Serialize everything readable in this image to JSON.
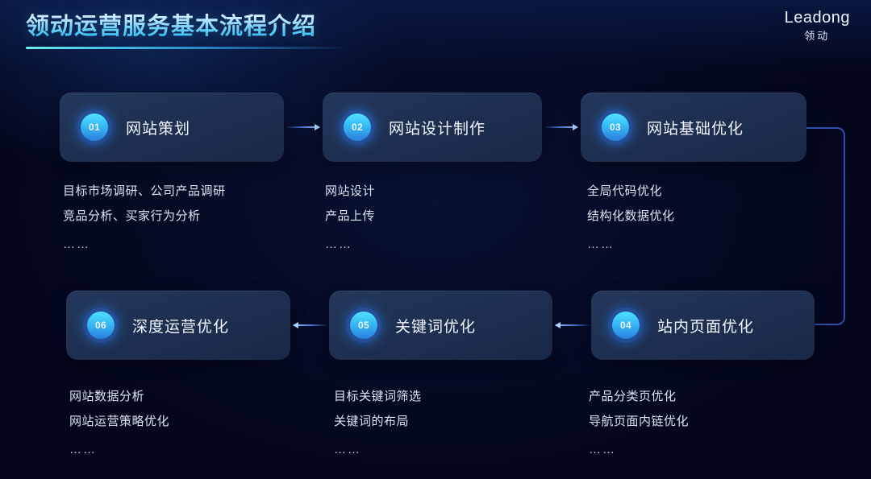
{
  "header": {
    "title": "领动运营服务基本流程介绍",
    "brand_name": "Leadong",
    "brand_sub": "领动",
    "accent_color": "#4cc8f5",
    "background_color": "#03061c",
    "card_color": "#1d2e4f"
  },
  "steps": [
    {
      "number": "01",
      "label": "网站策划",
      "details": [
        "目标市场调研、公司产品调研",
        "竞品分析、买家行为分析"
      ],
      "ellipsis": "……"
    },
    {
      "number": "02",
      "label": "网站设计制作",
      "details": [
        "网站设计",
        "产品上传"
      ],
      "ellipsis": "……"
    },
    {
      "number": "03",
      "label": "网站基础优化",
      "details": [
        "全局代码优化",
        "结构化数据优化"
      ],
      "ellipsis": "……"
    },
    {
      "number": "04",
      "label": "站内页面优化",
      "details": [
        "产品分类页优化",
        "导航页面内链优化"
      ],
      "ellipsis": "……"
    },
    {
      "number": "05",
      "label": "关键词优化",
      "details": [
        "目标关键词筛选",
        "关键词的布局"
      ],
      "ellipsis": "……"
    },
    {
      "number": "06",
      "label": "深度运营优化",
      "details": [
        "网站数据分析",
        "网站运营策略优化"
      ],
      "ellipsis": "……"
    }
  ]
}
